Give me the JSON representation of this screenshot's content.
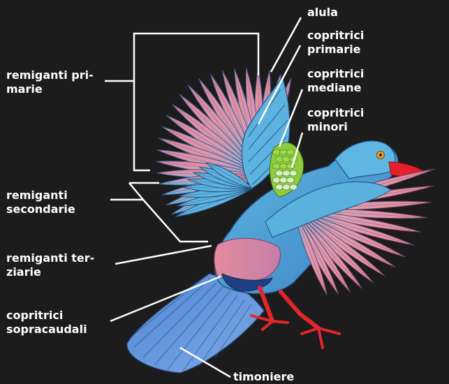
{
  "colors": {
    "background": "#1c1c1c",
    "label": "#ffffff",
    "leader_line": "#ffffff",
    "feather_pink": "#e98a97",
    "feather_blue": "#63b4df",
    "coverts_green": "#8ccc3e",
    "beak": "#e8202a",
    "legs": "#e3262b"
  },
  "labels": {
    "remiganti_primarie": [
      "remiganti pri-",
      "marie"
    ],
    "remiganti_secondarie": [
      "remiganti",
      "secondarie"
    ],
    "remiganti_terziarie": [
      "remiganti ter-",
      "ziarie"
    ],
    "copritrici_sopracaudali": [
      "copritrici",
      "sopracaudali"
    ],
    "timoniere": [
      "timoniere"
    ],
    "alula": [
      "alula"
    ],
    "copritrici_primarie": [
      "copritrici",
      "primarie"
    ],
    "copritrici_mediane": [
      "copritrici",
      "mediane"
    ],
    "copritrici_minori": [
      "copritrici",
      "minori"
    ]
  }
}
